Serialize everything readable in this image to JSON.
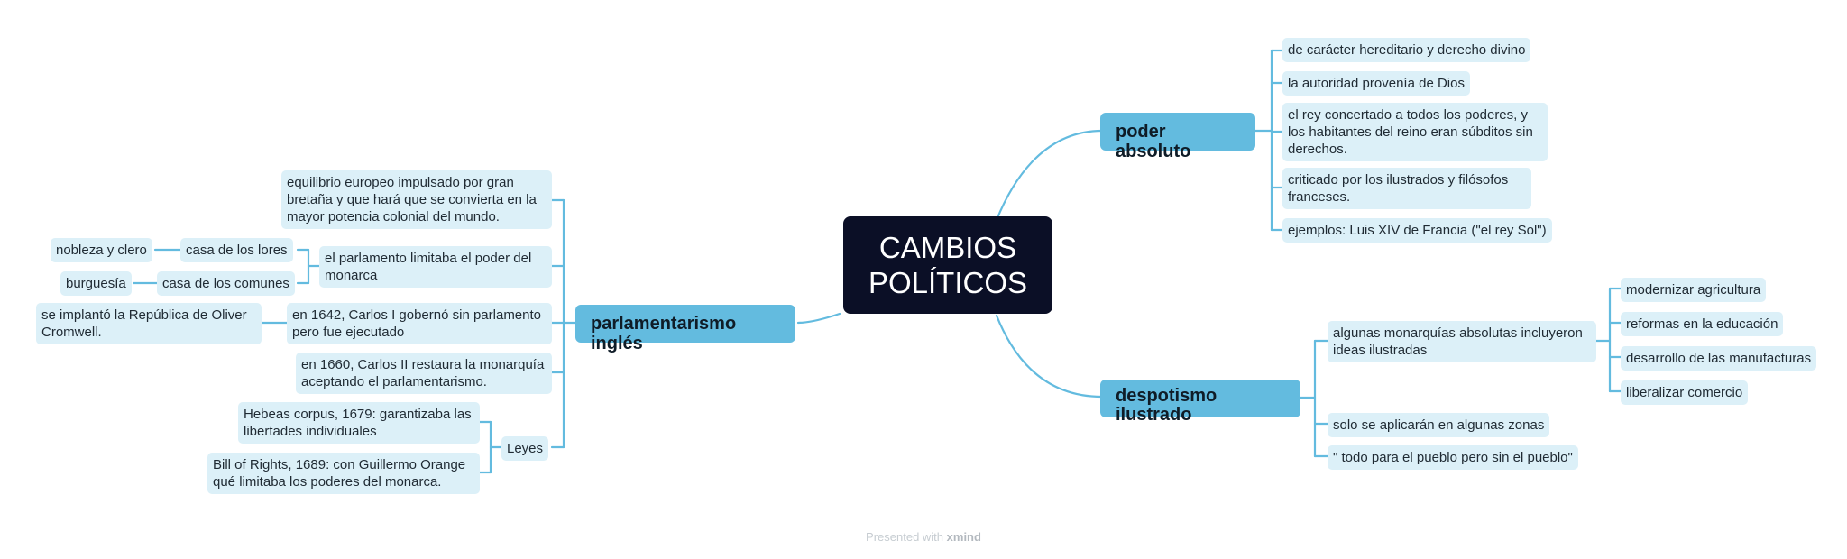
{
  "central_topic": "CAMBIOS POLÍTICOS",
  "branches": {
    "poder_absoluto": {
      "label": "poder absoluto",
      "items": [
        "de carácter hereditario y derecho divino",
        "la autoridad provenía de Dios",
        "el rey concertado a todos los poderes, y los habitantes del reino eran súbditos sin derechos.",
        "criticado por los ilustrados y filósofos franceses.",
        "ejemplos: Luis XIV de Francia (\"el rey Sol\")"
      ]
    },
    "despotismo_ilustrado": {
      "label": "despotismo ilustrado",
      "reformas_topic": "algunas monarquías absolutas incluyeron ideas ilustradas",
      "reformas": [
        "modernizar agricultura",
        "reformas en la educación",
        "desarrollo de las manufacturas",
        "liberalizar comercio"
      ],
      "items": [
        "solo se aplicarán en algunas zonas",
        "\" todo para el pueblo pero sin el pueblo\""
      ]
    },
    "parlamentarismo_ingles": {
      "label": "parlamentarismo inglés",
      "equilibrio": "equilibrio europeo impulsado por gran bretaña y que hará que se convierta en la mayor potencia colonial del mundo.",
      "parlamento": "el parlamento limitaba el poder del monarca",
      "casa_lores": "casa de los lores",
      "nobleza": "nobleza y clero",
      "casa_comunes": "casa de los comunes",
      "burguesia": "burguesía",
      "carlos_i": "en 1642, Carlos I gobernó sin parlamento pero fue ejecutado",
      "republica": "se implantó la República de Oliver Cromwell.",
      "carlos_ii": "en 1660, Carlos II restaura la monarquía aceptando el parlamentarismo.",
      "leyes": "Leyes",
      "hebeas": "Hebeas corpus, 1679: garantizaba las libertades individuales",
      "bill": "Bill of Rights, 1689: con Guillermo Orange qué limitaba los poderes del monarca."
    }
  },
  "footer": {
    "prefix": "Presented with",
    "brand": "xmind"
  },
  "colors": {
    "center_bg": "#0b0f26",
    "branch_bg": "#63bbdf",
    "leaf_bg": "#dcf0f8",
    "connector": "#63bbdf"
  }
}
